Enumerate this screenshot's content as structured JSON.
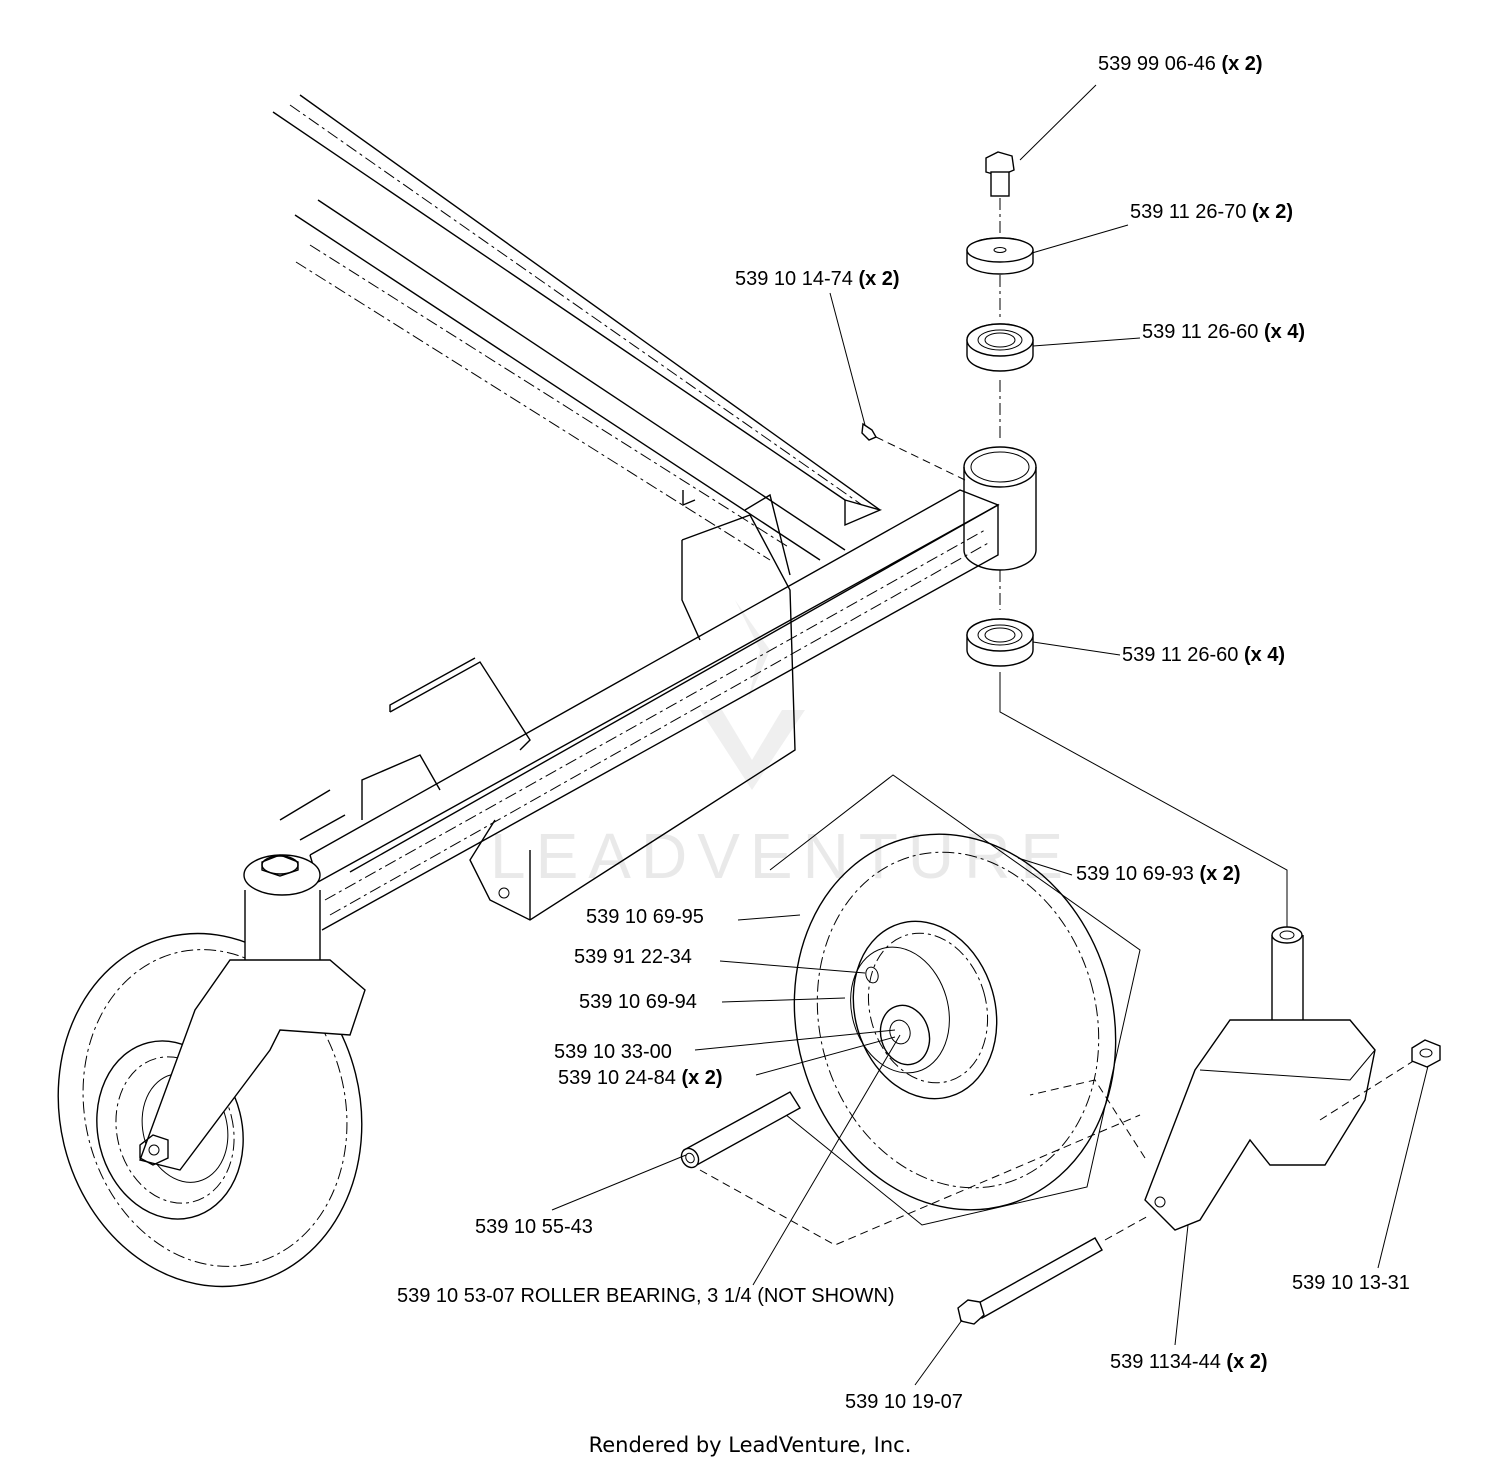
{
  "labels": [
    {
      "id": "p1",
      "part": "539 99 06-46",
      "qty": "(x 2)"
    },
    {
      "id": "p2",
      "part": "539 11 26-70",
      "qty": "(x 2)"
    },
    {
      "id": "p3",
      "part": "539 10 14-74",
      "qty": "(x 2)"
    },
    {
      "id": "p4",
      "part": "539 11 26-60",
      "qty": "(x 4)"
    },
    {
      "id": "p5",
      "part": "539 11 26-60",
      "qty": "(x 4)"
    },
    {
      "id": "p6",
      "part": "539 10 69-93",
      "qty": "(x 2)"
    },
    {
      "id": "p7",
      "part": "539 10 69-95",
      "qty": ""
    },
    {
      "id": "p8",
      "part": "539 91 22-34",
      "qty": ""
    },
    {
      "id": "p9",
      "part": "539 10 69-94",
      "qty": ""
    },
    {
      "id": "p10",
      "part": "539 10 33-00",
      "qty": ""
    },
    {
      "id": "p11",
      "part": "539 10 24-84",
      "qty": "(x 2)"
    },
    {
      "id": "p12",
      "part": "539 10 55-43",
      "qty": ""
    },
    {
      "id": "p13",
      "part": "539 10 53-07  ROLLER BEARING, 3 1/4 (NOT SHOWN)",
      "qty": ""
    },
    {
      "id": "p14",
      "part": "539 10 13-31",
      "qty": ""
    },
    {
      "id": "p15",
      "part": "539 1134-44",
      "qty": "(x 2)"
    },
    {
      "id": "p16",
      "part": "539 10 19-07",
      "qty": ""
    }
  ],
  "watermark": "LEADVENTURE",
  "footer": "Rendered by LeadVenture, Inc."
}
